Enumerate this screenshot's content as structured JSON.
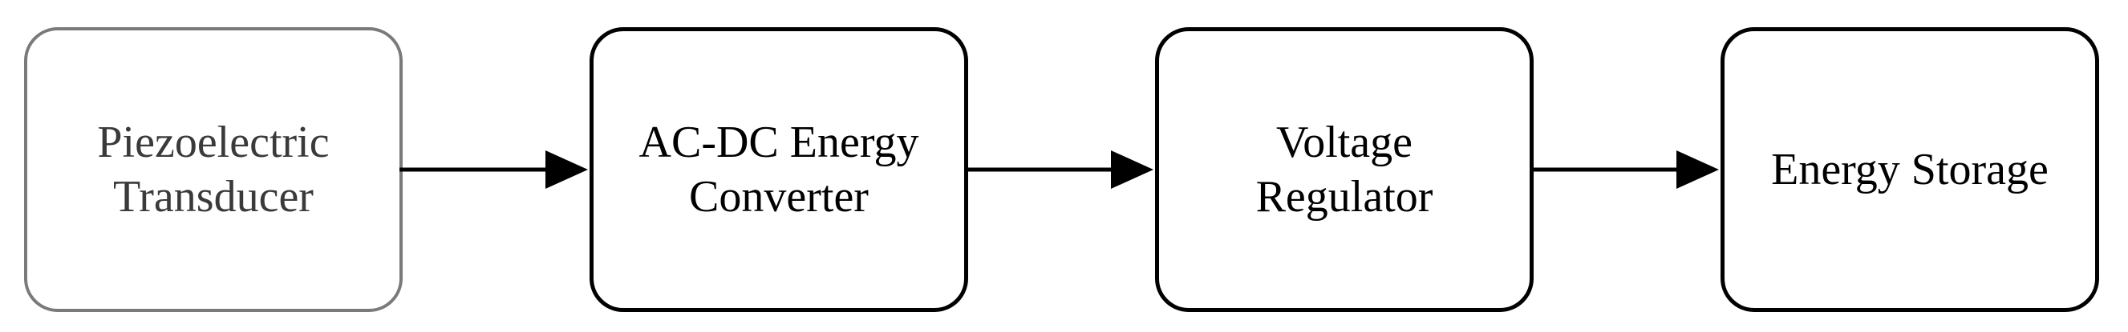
{
  "blocks": [
    {
      "line1": "Piezoelectric",
      "line2": "Transducer"
    },
    {
      "line1": "AC-DC Energy",
      "line2": "Converter"
    },
    {
      "line1": "Voltage",
      "line2": "Regulator"
    },
    {
      "line1": "Energy Storage",
      "line2": ""
    }
  ],
  "connections": [
    {
      "from": "Piezoelectric Transducer",
      "to": "AC-DC Energy Converter"
    },
    {
      "from": "AC-DC Energy Converter",
      "to": "Voltage Regulator"
    },
    {
      "from": "Voltage Regulator",
      "to": "Energy Storage"
    }
  ]
}
